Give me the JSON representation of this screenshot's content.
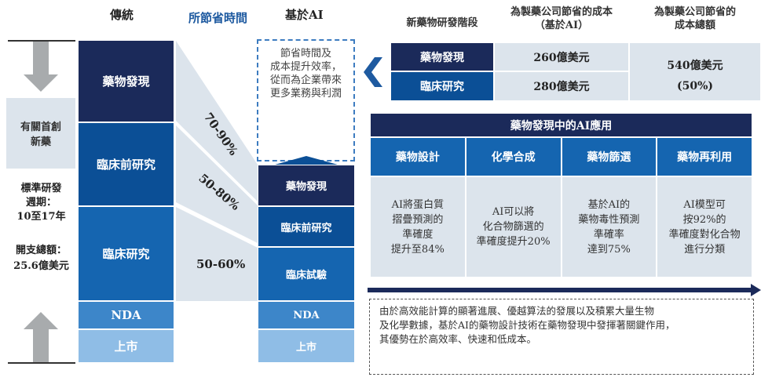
{
  "headers": {
    "traditional": "傳統",
    "time_saved": "所節省時間",
    "ai_based": "基於AI"
  },
  "left": {
    "novel_drug": "有關首創新藥",
    "cycle_label": "標準研發",
    "cycle_label2": "週期：",
    "cycle_value": "10至17年",
    "cost_label": "開支總額：",
    "cost_value": "25.6億美元"
  },
  "traditional_stages": [
    "藥物發現",
    "臨床前研究",
    "臨床研究",
    "NDA",
    "上市"
  ],
  "savings": [
    "70-90%",
    "50-80%",
    "50-60%"
  ],
  "ai_box": [
    "節省時間及",
    "成本提升效率，",
    "從而為企業帶來",
    "更多業務與利潤"
  ],
  "ai_stages": [
    "藥物發現",
    "臨床前研究",
    "臨床試驗",
    "NDA",
    "上市"
  ],
  "cost_table": {
    "headers": [
      "新藥物研發階段",
      "為製藥公司節省的成本\n（基於AI）",
      "為製藥公司節省的\n成本總額"
    ],
    "rows": [
      {
        "stage": "藥物發現",
        "saving": "260億美元"
      },
      {
        "stage": "臨床研究",
        "saving": "280億美元"
      }
    ],
    "total": "540億美元",
    "total_pct": "(50%)"
  },
  "ai_apps": {
    "title": "藥物發現中的AI應用",
    "columns": [
      {
        "name": "藥物設計",
        "desc": "AI將蛋白質\n摺疊預測的\n準確度\n提升至84%"
      },
      {
        "name": "化學合成",
        "desc": "AI可以將\n化合物篩選的\n準確度提升20%"
      },
      {
        "name": "藥物篩選",
        "desc": "基於AI的\n藥物毒性預測\n準確率\n達到75%"
      },
      {
        "name": "藥物再利用",
        "desc": "AI模型可\n按92%的\n準確度對化合物\n進行分類"
      }
    ]
  },
  "summary": "由於高效能計算的顯著進展、優越算法的發展以及積累大量生物\n及化學數據，基於AI的藥物設計技術在藥物發現中發揮著關鍵作用，\n其優勢在於高效率、快速和低成本。",
  "colors": {
    "dark": "#1b2a5a",
    "blue": "#0b4f96",
    "light": "#dce4ec"
  }
}
